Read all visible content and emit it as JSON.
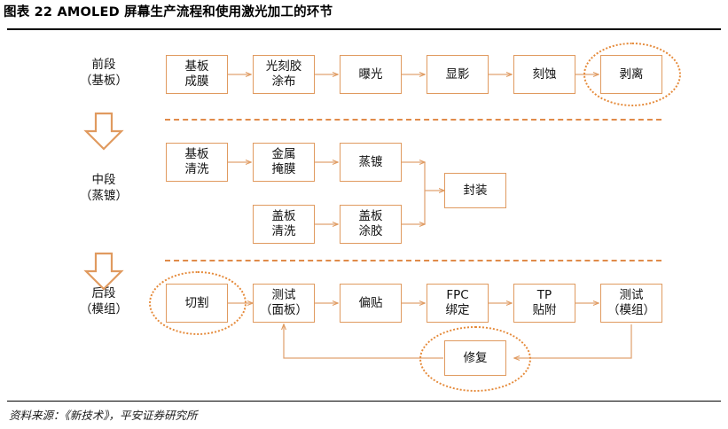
{
  "figure": {
    "title": "图表 22   AMOLED 屏幕生产流程和使用激光加工的环节",
    "source": "资料来源：《新技术》，平安证券研究所",
    "accent_color": "#E09A5F",
    "highlight_color": "#E58A3A",
    "separator_color": "#E08B4A"
  },
  "stages": [
    {
      "id": "front",
      "line1": "前段",
      "line2": "（基板）"
    },
    {
      "id": "middle",
      "line1": "中段",
      "line2": "（蒸镀）"
    },
    {
      "id": "back",
      "line1": "后段",
      "line2": "（模组）"
    }
  ],
  "arrows_down": [
    {
      "name": "stage-arrow-front-to-middle"
    },
    {
      "name": "stage-arrow-middle-to-back"
    }
  ],
  "rows": {
    "front": {
      "boxes": [
        {
          "id": "jiban-chengmo",
          "label": "基板\n成膜",
          "highlighted": false
        },
        {
          "id": "guangkejiao-tubu",
          "label": "光刻胶\n涂布",
          "highlighted": false
        },
        {
          "id": "baoguang",
          "label": "曝光",
          "highlighted": false
        },
        {
          "id": "xianying",
          "label": "显影",
          "highlighted": false
        },
        {
          "id": "keshi",
          "label": "刻蚀",
          "highlighted": false
        },
        {
          "id": "boli",
          "label": "剥离",
          "highlighted": true
        }
      ]
    },
    "middle": {
      "top_boxes": [
        {
          "id": "jiban-qingxi",
          "label": "基板\n清洗",
          "highlighted": false
        },
        {
          "id": "jinshu-yanmo",
          "label": "金属\n掩膜",
          "highlighted": false
        },
        {
          "id": "zhengdu",
          "label": "蒸镀",
          "highlighted": false
        }
      ],
      "bottom_boxes": [
        {
          "id": "gaiban-qingxi",
          "label": "盖板\n清洗",
          "highlighted": false
        },
        {
          "id": "gaiban-tujiao",
          "label": "盖板\n涂胶",
          "highlighted": false
        }
      ],
      "merge_box": {
        "id": "fengzhuang",
        "label": "封装",
        "highlighted": false
      }
    },
    "back": {
      "boxes": [
        {
          "id": "qiege",
          "label": "切割",
          "highlighted": true
        },
        {
          "id": "ceshi-mianban",
          "label": "测试\n（面板）",
          "highlighted": false
        },
        {
          "id": "piantie",
          "label": "偏贴",
          "highlighted": false
        },
        {
          "id": "fpc-bangding",
          "label": "FPC\n绑定",
          "highlighted": false
        },
        {
          "id": "tp-tiefu",
          "label": "TP\n贴附",
          "highlighted": false
        },
        {
          "id": "ceshi-mozu",
          "label": "测试\n（模组）",
          "highlighted": false
        }
      ],
      "feedback_box": {
        "id": "xiufu",
        "label": "修复",
        "highlighted": true
      }
    }
  }
}
